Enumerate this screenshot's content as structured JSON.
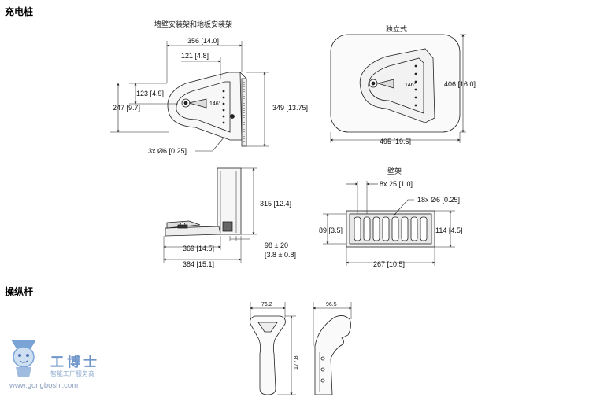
{
  "sections": {
    "charger": "充电桩",
    "joystick": "操纵杆"
  },
  "captions": {
    "wall_floor": "墙壁安装架和地板安装架",
    "standalone": "独立式",
    "wall_bracket": "壁架"
  },
  "dims": {
    "w356": "356 [14.0]",
    "w121": "121 [4.8]",
    "h123": "123 [4.9]",
    "h247": "247 [9.7]",
    "h349": "349 [13.75]",
    "angle1": "146°",
    "holes3": "3x Ø6 [0.25]",
    "angle2": "146°",
    "h406": "406 [16.0]",
    "w495": "495 [19.5]",
    "h315": "315 [12.4]",
    "w369": "369 [14.5]",
    "w384": "384 [15.1]",
    "d98": "98 ± 20",
    "d98b": "[3.8 ± 0.8]",
    "w8x25": "8x 25 [1.0]",
    "holes18": "18x Ø6 [0.25]",
    "h89": "89 [3.5]",
    "h114": "114 [4.5]",
    "w267": "267 [10.5]",
    "j76": "76.2",
    "j177": "177.8",
    "j96": "96.5"
  },
  "watermark": {
    "brand": "工博士",
    "sub": "智能工厂服务商",
    "url": "www.gongboshi.com"
  },
  "colors": {
    "line": "#222222",
    "fill_light": "#efefef",
    "watermark": "#6f95c9"
  }
}
